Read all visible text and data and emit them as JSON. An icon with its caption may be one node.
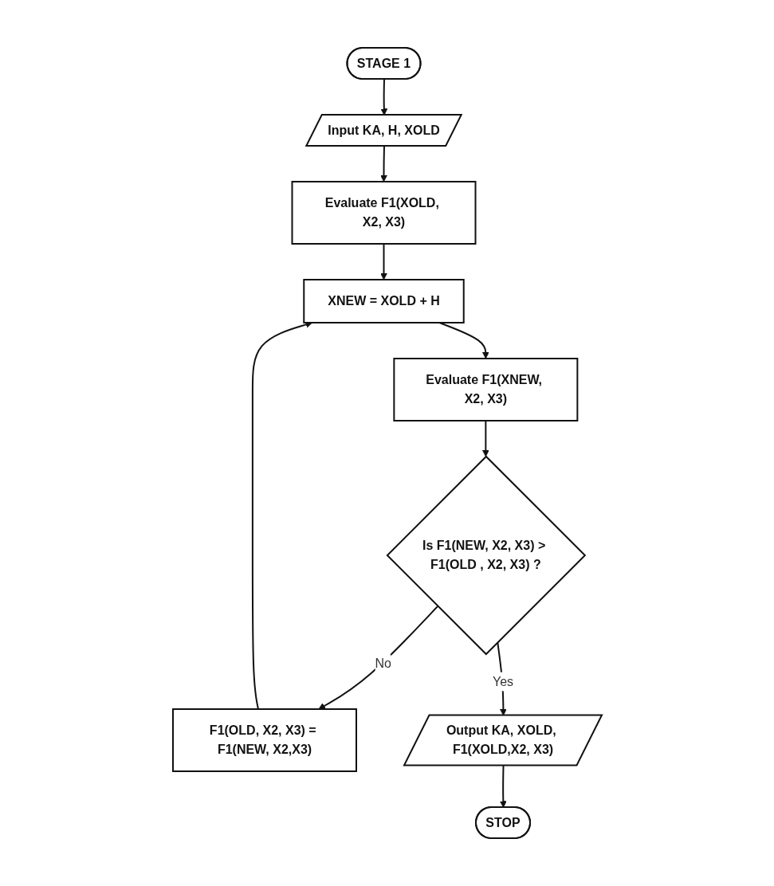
{
  "diagram": {
    "nodes": [
      {
        "text": [
          "STAGE 1"
        ]
      },
      {
        "text": [
          "Input KA, H, XOLD"
        ]
      },
      {
        "text": [
          "Evaluate F1(XOLD, X2, X3)"
        ]
      },
      {
        "text": [
          "XNEW = XOLD + H"
        ]
      },
      {
        "text": [
          "Evaluate F1(XNEW, X2, X3)"
        ]
      },
      {
        "text": [
          "Is F1(NEW, X2, X3) > F1(OLD , X2, X3) ?"
        ]
      },
      {
        "text": [
          "F1(OLD, X2, X3) = F1(NEW, X2,X3)"
        ]
      },
      {
        "text": [
          "Output KA, XOLD, F1(XOLD,X2, X3)"
        ]
      },
      {
        "text": [
          "STOP"
        ]
      }
    ],
    "edges": [
      {
        "from": 0,
        "to": 1,
        "arrow": "to"
      },
      {
        "from": 1,
        "to": 2,
        "arrow": "to"
      },
      {
        "from": 2,
        "to": 3,
        "arrow": "to"
      },
      {
        "from": 3,
        "to": 4,
        "arrow": "to"
      },
      {
        "from": 4,
        "to": 5,
        "arrow": "to"
      },
      {
        "from": 5,
        "to": 6,
        "label": "No",
        "arrow": "to"
      },
      {
        "from": 6,
        "to": 3,
        "arrow": "to"
      },
      {
        "from": 5,
        "to": 7,
        "label": "Yes",
        "arrow": "to"
      },
      {
        "from": 7,
        "to": 8,
        "arrow": "to"
      }
    ]
  }
}
